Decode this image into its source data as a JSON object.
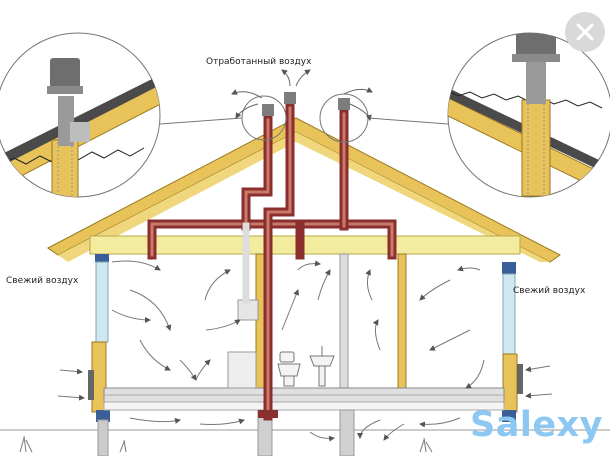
{
  "labels": {
    "exhaust_air": "Отработанный воздух",
    "fresh_air_left": "Свежий воздух",
    "fresh_air_right": "Свежий воздух"
  },
  "watermark": "Salexy",
  "icons": {
    "close": "close-icon",
    "roof_vent": "vent-cap-icon"
  },
  "colors": {
    "duct": "#8a2e2e",
    "duct_inner": "#c97a6a",
    "roof_wood": "#e8c35a",
    "ceiling": "#f3ec9e",
    "roof_tile": "#4a4a4a",
    "vent_cap": "#7d7d7d",
    "wall_glass": "#cfe7ee",
    "watermark": "#8cc8f2"
  }
}
